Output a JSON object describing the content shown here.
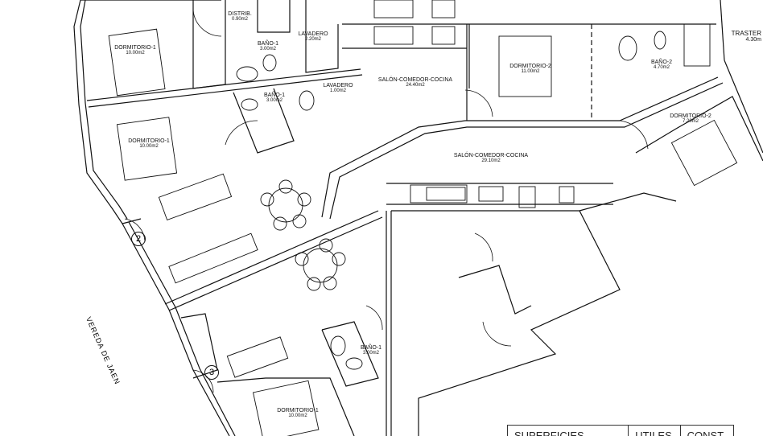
{
  "rooms": [
    {
      "name": "DISTRIB.",
      "area": "0.90m2"
    },
    {
      "name": "DORMITORIO-1",
      "area": "10.00m2"
    },
    {
      "name": "BAÑO-1",
      "area": "3.00m2"
    },
    {
      "name": "LAVADERO",
      "area": "2.20m2"
    },
    {
      "name": "BAÑO-1",
      "area": "3.00m2"
    },
    {
      "name": "LAVADERO",
      "area": "1.00m2"
    },
    {
      "name": "DORMITORIO-1",
      "area": "10.00m2"
    },
    {
      "name": "SALÓN-COMEDOR-COCINA",
      "area": "24.40m2"
    },
    {
      "name": "DORMITORIO-2",
      "area": "11.00m2"
    },
    {
      "name": "BAÑO-2",
      "area": "4.70m2"
    },
    {
      "name": "TRASTER",
      "area": "4.30m"
    },
    {
      "name": "DORMITORIO-2",
      "area": "7.20m2"
    },
    {
      "name": "SALÓN-COMEDOR-COCINA",
      "area": "29.10m2"
    },
    {
      "name": "BAÑO-1",
      "area": "3.00m2"
    },
    {
      "name": "DORMITORIO-1",
      "area": "10.00m2"
    }
  ],
  "unit_markers": [
    "2",
    "3"
  ],
  "street": "VEREDA DE JAEN",
  "table": {
    "headers": [
      "SUPERFICIES",
      "UTILES",
      "CONST."
    ]
  }
}
